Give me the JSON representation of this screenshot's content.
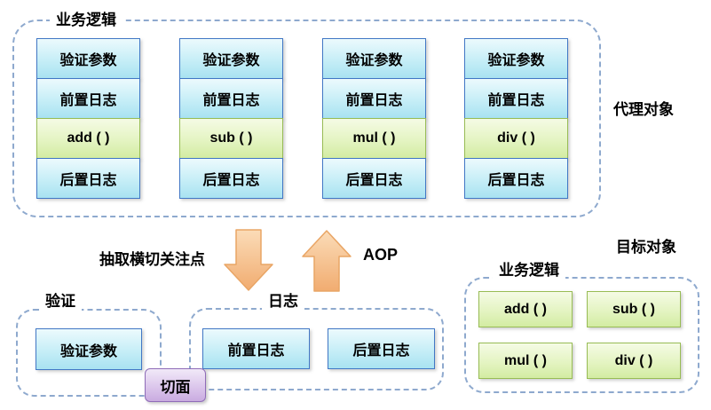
{
  "proxy": {
    "label": "业务逻辑",
    "side_label": "代理对象",
    "columns": [
      {
        "rows": [
          "验证参数",
          "前置日志",
          "add (  )",
          "后置日志"
        ]
      },
      {
        "rows": [
          "验证参数",
          "前置日志",
          "sub (  )",
          "后置日志"
        ]
      },
      {
        "rows": [
          "验证参数",
          "前置日志",
          "mul (  )",
          "后置日志"
        ]
      },
      {
        "rows": [
          "验证参数",
          "前置日志",
          "div (  )",
          "后置日志"
        ]
      }
    ]
  },
  "arrows": {
    "down_label": "抽取横切关注点",
    "up_label": "AOP"
  },
  "validation_group": {
    "label": "验证",
    "items": [
      "验证参数"
    ]
  },
  "log_group": {
    "label": "日志",
    "items": [
      "前置日志",
      "后置日志"
    ]
  },
  "aspect": {
    "label": "切面"
  },
  "target_group": {
    "title": "目标对象",
    "label": "业务逻辑",
    "items": [
      "add (  )",
      "sub (  )",
      "mul (  )",
      "div (  )"
    ]
  },
  "colors": {
    "dash_border": "#8EA9CE",
    "blue_border": "#4177C5",
    "blue_fill": "#A8E2F1",
    "green_border": "#98BC55",
    "green_fill": "#D3ECA2",
    "purple_border": "#8F6CB8",
    "arrow_fill": "#F5BE8A",
    "arrow_border": "#E9A565"
  }
}
